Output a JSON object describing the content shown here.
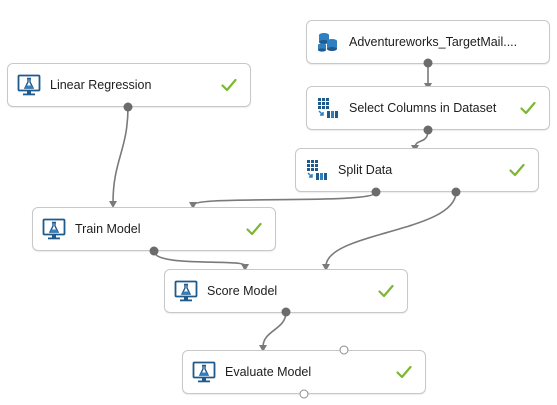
{
  "colors": {
    "wire": "#7a7a7a",
    "check": "#7cb82f",
    "icon": "#1e5a8c",
    "icon_accent": "#2f80c0"
  },
  "nodes": {
    "adventureworks": {
      "label": "Adventureworks_TargetMail....",
      "icon": "database-icon",
      "status": ""
    },
    "linear_regression": {
      "label": "Linear Regression",
      "icon": "flask-monitor-icon",
      "status": "check-icon"
    },
    "select_columns": {
      "label": "Select Columns in Dataset",
      "icon": "table-transform-icon",
      "status": "check-icon"
    },
    "split_data": {
      "label": "Split Data",
      "icon": "table-transform-icon",
      "status": "check-icon"
    },
    "train_model": {
      "label": "Train Model",
      "icon": "flask-monitor-icon",
      "status": "check-icon"
    },
    "score_model": {
      "label": "Score Model",
      "icon": "flask-monitor-icon",
      "status": "check-icon"
    },
    "evaluate_model": {
      "label": "Evaluate Model",
      "icon": "flask-monitor-icon",
      "status": "check-icon"
    }
  },
  "connections": [
    {
      "from": "adventureworks",
      "to": "select_columns"
    },
    {
      "from": "select_columns",
      "to": "split_data"
    },
    {
      "from": "linear_regression",
      "to": "train_model"
    },
    {
      "from": "split_data",
      "to": "train_model"
    },
    {
      "from": "split_data",
      "to": "score_model"
    },
    {
      "from": "train_model",
      "to": "score_model"
    },
    {
      "from": "score_model",
      "to": "evaluate_model"
    }
  ]
}
